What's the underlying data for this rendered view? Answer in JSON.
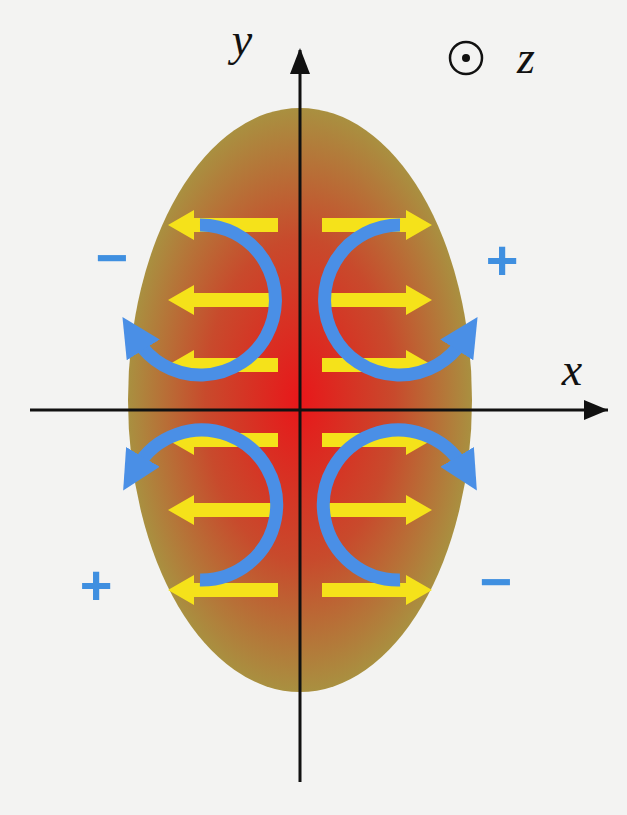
{
  "diagram": {
    "labels": [
      "y",
      "z",
      "x",
      "−",
      "+",
      "+",
      "−"
    ]
  }
}
